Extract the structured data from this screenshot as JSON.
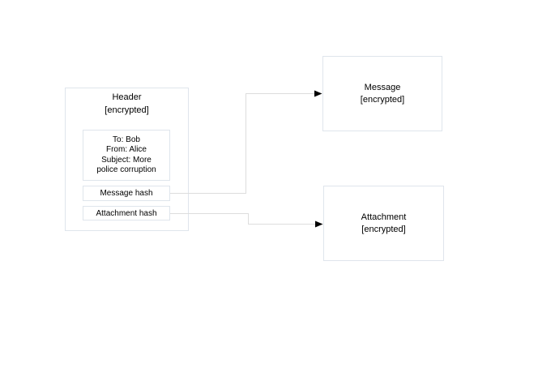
{
  "diagram": {
    "header_box": {
      "title": [
        "Header",
        "[encrypted]"
      ]
    },
    "address_box": {
      "lines": [
        "To: Bob",
        "From: Alice",
        "Subject: More",
        "police corruption"
      ]
    },
    "message_hash_box": {
      "label": "Message hash"
    },
    "attachment_hash_box": {
      "label": "Attachment hash"
    },
    "message_box": {
      "title": [
        "Message",
        "[encrypted]"
      ]
    },
    "attachment_box": {
      "title": [
        "Attachment",
        "[encrypted]"
      ]
    },
    "connectors": [
      {
        "from": "message_hash_box",
        "to": "message_box"
      },
      {
        "from": "attachment_hash_box",
        "to": "attachment_box"
      }
    ],
    "colors": {
      "box_border": "#dfe5ec",
      "connector": "#dddddd",
      "arrowhead": "#000000",
      "text": "#000000",
      "background": "#ffffff"
    }
  }
}
